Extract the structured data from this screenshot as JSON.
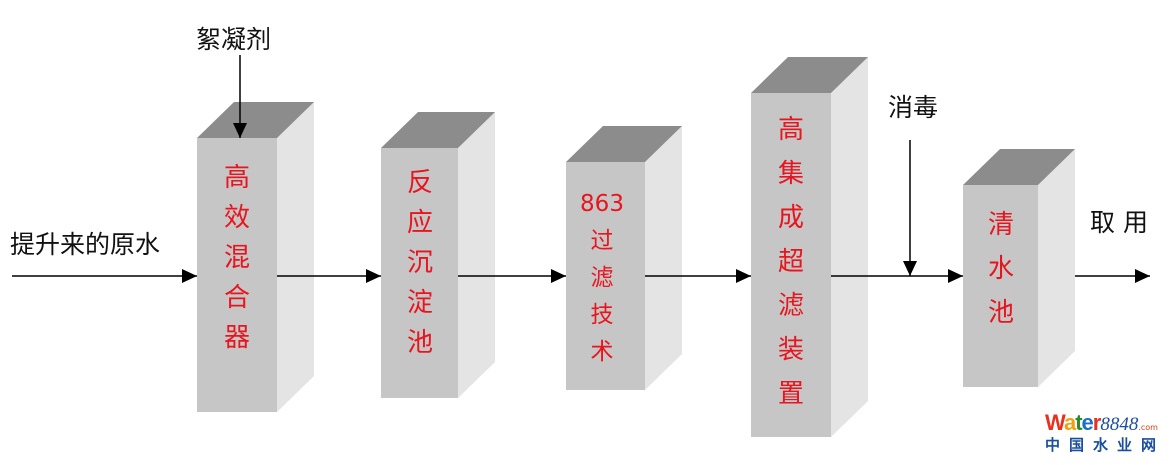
{
  "labels": {
    "coagulant": "絮凝剂",
    "raw_water": "提升来的原水",
    "disinfection": "消毒",
    "output": "取 用"
  },
  "stages": [
    {
      "name": "高效混合器",
      "chars": [
        "高",
        "效",
        "混",
        "合",
        "器"
      ]
    },
    {
      "name": "反应沉淀池",
      "chars": [
        "反",
        "应",
        "沉",
        "淀",
        "池"
      ]
    },
    {
      "name": "863过滤技术",
      "chars": [
        "863",
        "过",
        "滤",
        "技",
        "术"
      ]
    },
    {
      "name": "高集成超滤装置",
      "chars": [
        "高",
        "集",
        "成",
        "超",
        "滤",
        "装",
        "置"
      ]
    },
    {
      "name": "清水池",
      "chars": [
        "清",
        "水",
        "池"
      ]
    }
  ],
  "watermark": {
    "brand_w": "W",
    "brand_a": "a",
    "brand_t": "t",
    "brand_e": "e",
    "brand_r": "r",
    "number": "8848",
    "suffix": ".com",
    "chinese": "中国水业网"
  },
  "colors": {
    "stage_text": "#e8141e",
    "front": "#c6c6c6",
    "top": "#8c8c8c",
    "side": "#e4e4e4"
  }
}
